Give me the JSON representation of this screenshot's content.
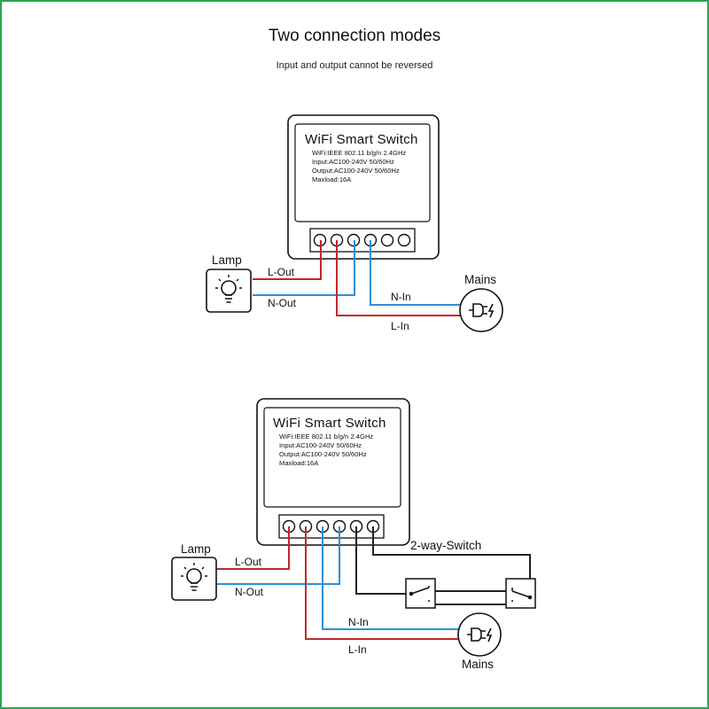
{
  "header": {
    "title": "Two connection modes",
    "subtitle": "Input and output cannot be reversed"
  },
  "device": {
    "name": "WiFi Smart Switch",
    "specs": [
      "WiFi:IEEE 802.11 b/g/n 2.4GHz",
      "Input:AC100-240V 50/60Hz",
      "Output:AC100-240V 50/60Hz",
      "Maxload:16A"
    ]
  },
  "labels": {
    "lamp": "Lamp",
    "mains": "Mains",
    "l_out": "L-Out",
    "n_out": "N-Out",
    "n_in": "N-In",
    "l_in": "L-In",
    "two_way_switch": "2-way-Switch"
  },
  "colors": {
    "live_wire": "#c0282d",
    "neutral_wire": "#2e8fd6",
    "switch_wire": "#222222",
    "frame": "#2aa84a"
  },
  "icons": {
    "lamp": "lightbulb-icon",
    "mains": "plug-icon",
    "switch": "two-way-switch-icon"
  }
}
